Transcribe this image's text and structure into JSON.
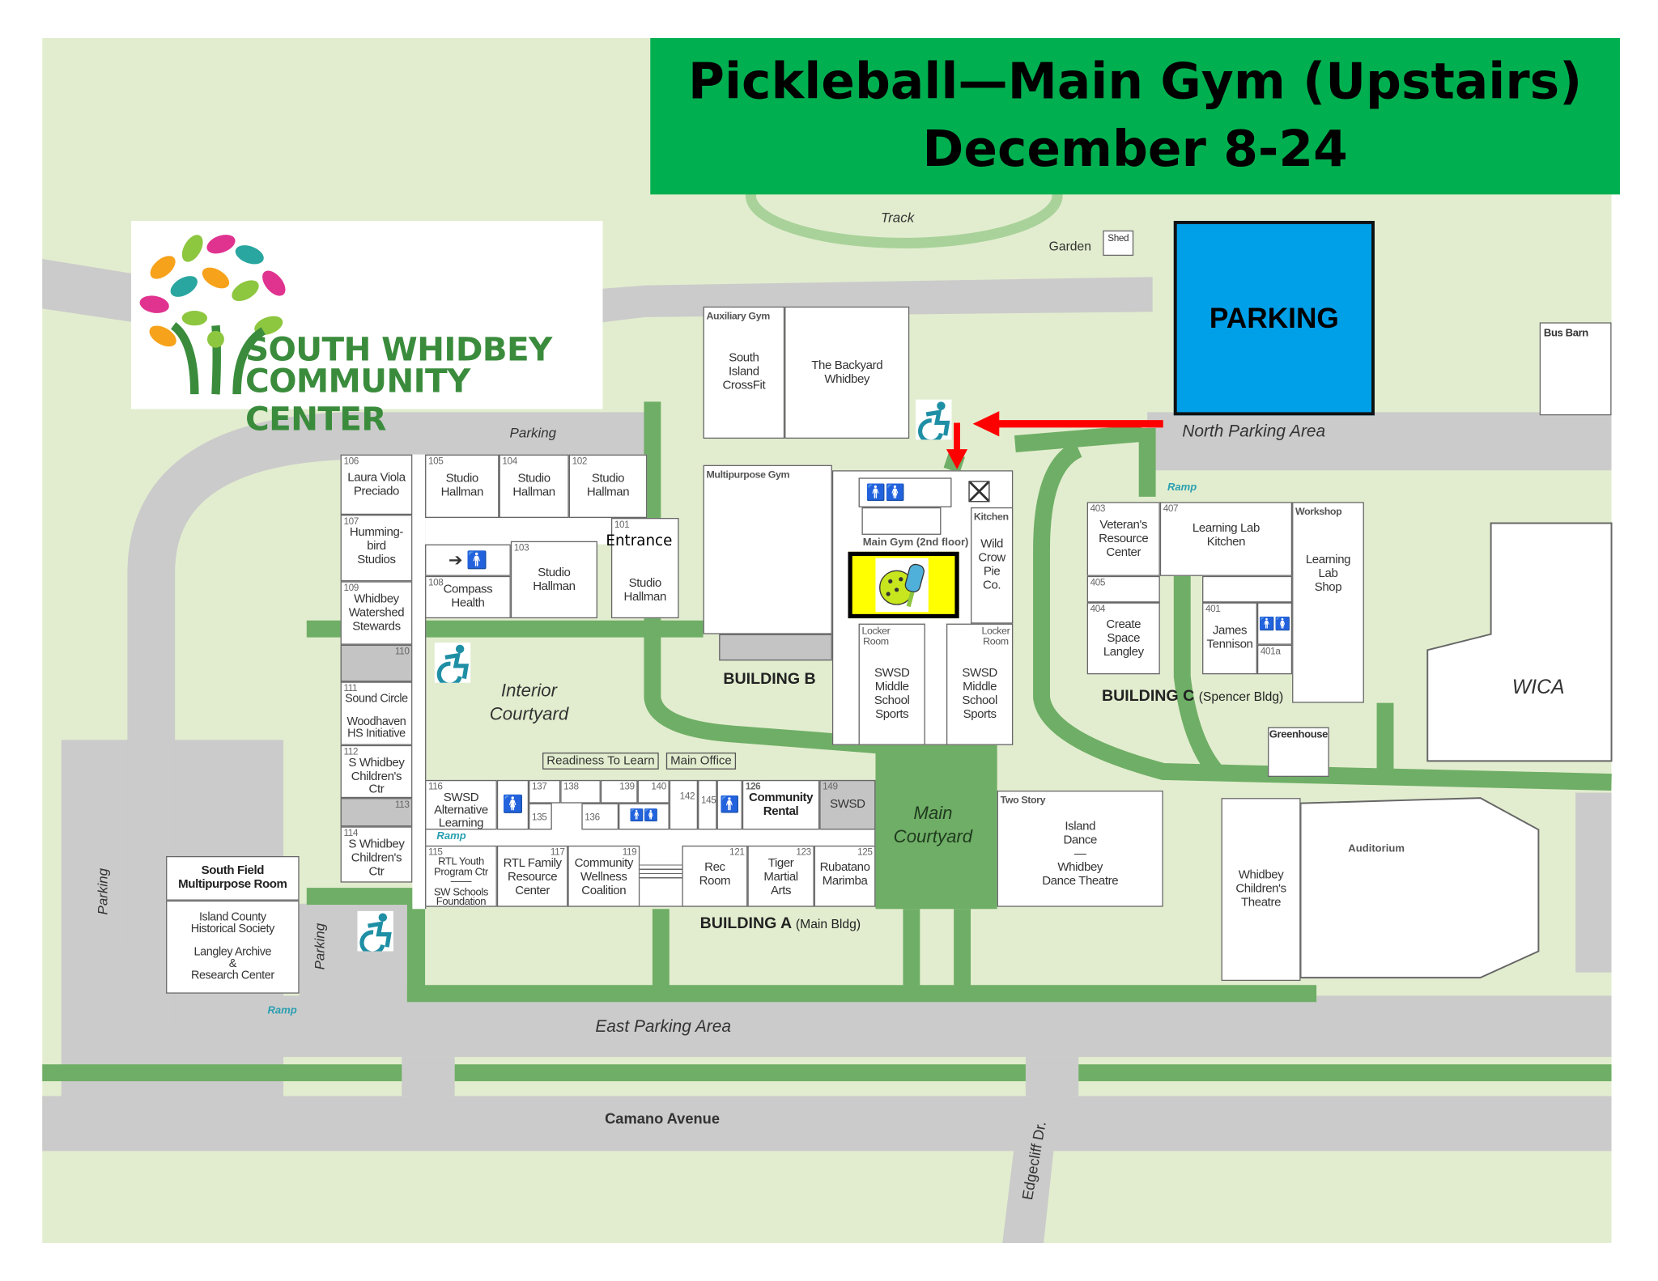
{
  "banner": {
    "line1": "Pickleball—Main Gym (Upstairs)",
    "line2": "December 8-24"
  },
  "logo": {
    "line1": "SOUTH WHIDBEY",
    "line2": "COMMUNITY CENTER"
  },
  "parking_box": "PARKING",
  "colors": {
    "banner": "#00b050",
    "parking": "#00a0e9",
    "grass": "#e2edcf",
    "paths": "#6fae66",
    "roads": "#cbcbcb",
    "highlight": "#ffff00",
    "arrow": "#ff0000",
    "accessibility": "#1f8fa5"
  },
  "areas": {
    "track": "Track",
    "garden": "Garden",
    "shed": "Shed",
    "parking_west": "Parking",
    "north_parking": "North Parking Area",
    "ramp": "Ramp",
    "interior_courtyard": "Interior\nCourtyard",
    "main_courtyard": "Main\nCourtyard",
    "east_parking": "East Parking Area",
    "camano": "Camano Avenue",
    "edgecliff": "Edgecliff Dr.",
    "parking_left": "Parking",
    "parking_left2": "Parking",
    "entrance": "Entrance",
    "wica": "WICA",
    "bus_barn": "Bus Barn",
    "greenhouse": "Greenhouse"
  },
  "buildings": {
    "a": {
      "name": "BUILDING A",
      "sub": "(Main Bldg)"
    },
    "b": {
      "name": "BUILDING B"
    },
    "c": {
      "name": "BUILDING C",
      "sub": "(Spencer Bldg)"
    }
  },
  "signs": {
    "readiness": "Readiness To Learn",
    "main_office": "Main Office"
  },
  "rooms": {
    "r106": {
      "num": "106",
      "name": "Laura Viola\nPreciado"
    },
    "r107": {
      "num": "107",
      "name": "Humming-\nbird\nStudios"
    },
    "r109": {
      "num": "109",
      "name": "Whidbey\nWatershed\nStewards"
    },
    "r110": {
      "num": "110"
    },
    "r111": {
      "num": "111",
      "name": "Sound Circle\n\nWoodhaven\nHS Initiative"
    },
    "r112": {
      "num": "112",
      "name": "S Whidbey\nChildren's\nCtr"
    },
    "r113": {
      "num": "113"
    },
    "r114": {
      "num": "114",
      "name": "S Whidbey\nChildren's\nCtr"
    },
    "r105": {
      "num": "105",
      "name": "Studio\nHallman"
    },
    "r104": {
      "num": "104",
      "name": "Studio\nHallman"
    },
    "r102": {
      "num": "102",
      "name": "Studio\nHallman"
    },
    "r108": {
      "num": "108",
      "name": "Compass\nHealth"
    },
    "r103": {
      "num": "103",
      "name": "Studio\nHallman"
    },
    "r101": {
      "num": "101",
      "name": "Studio\nHallman"
    },
    "r116": {
      "num": "116",
      "name": "SWSD\nAlternative\nLearning"
    },
    "r137": {
      "num": "137"
    },
    "r138": {
      "num": "138"
    },
    "r139": {
      "num": "139"
    },
    "r140": {
      "num": "140"
    },
    "r142": {
      "num": "142"
    },
    "r145": {
      "num": "145"
    },
    "r135": {
      "num": "135"
    },
    "r136": {
      "num": "136"
    },
    "r126": {
      "num": "126",
      "name": "Community\nRental"
    },
    "r149": {
      "num": "149",
      "name": "SWSD"
    },
    "r115": {
      "num": "115",
      "name": "RTL Youth\nProgram Ctr\n——\nSW Schools\nFoundation"
    },
    "r117": {
      "num": "117",
      "name": "RTL Family\nResource\nCenter"
    },
    "r119": {
      "num": "119",
      "name": "Community\nWellness\nCoalition"
    },
    "r121": {
      "num": "121",
      "name": "Rec\nRoom"
    },
    "r123": {
      "num": "123",
      "name": "Tiger\nMartial\nArts"
    },
    "r125": {
      "num": "125",
      "name": "Rubatano\nMarimba"
    },
    "aux_gym": {
      "title": "Auxiliary Gym",
      "a": "South\nIsland\nCrossFit",
      "b": "The Backyard\nWhidbey"
    },
    "multi_gym": {
      "title": "Multipurpose Gym"
    },
    "main_gym": {
      "title": "Main Gym (2nd floor)"
    },
    "kitchen": {
      "title": "Kitchen",
      "name": "Wild\nCrow\nPie\nCo."
    },
    "locker_m": {
      "title": "Locker\nRoom",
      "name": "SWSD\nMiddle\nSchool\nSports"
    },
    "locker_f": {
      "title": "Locker\nRoom",
      "name": "SWSD\nMiddle\nSchool\nSports"
    },
    "r403": {
      "num": "403",
      "name": "Veteran's\nResource\nCenter"
    },
    "r407": {
      "num": "407",
      "name": "Learning Lab\nKitchen"
    },
    "workshop": {
      "title": "Workshop",
      "name": "Learning\nLab\nShop"
    },
    "r405": {
      "num": "405"
    },
    "r404": {
      "num": "404",
      "name": "Create\nSpace\nLangley"
    },
    "r401": {
      "num": "401",
      "name": "James\nTennison"
    },
    "r401a": {
      "num": "401a"
    },
    "dance": {
      "title": "Two Story",
      "name": "Island\nDance\n—\nWhidbey\nDance Theatre"
    },
    "childrens_theatre": {
      "name": "Whidbey\nChildren's\nTheatre"
    },
    "auditorium": {
      "name": "Auditorium"
    },
    "south_field": {
      "name": "South Field\nMultipurpose Room"
    },
    "historical": {
      "name": "Island County\nHistorical Society\n\nLangley Archive\n&\nResearch Center"
    }
  }
}
